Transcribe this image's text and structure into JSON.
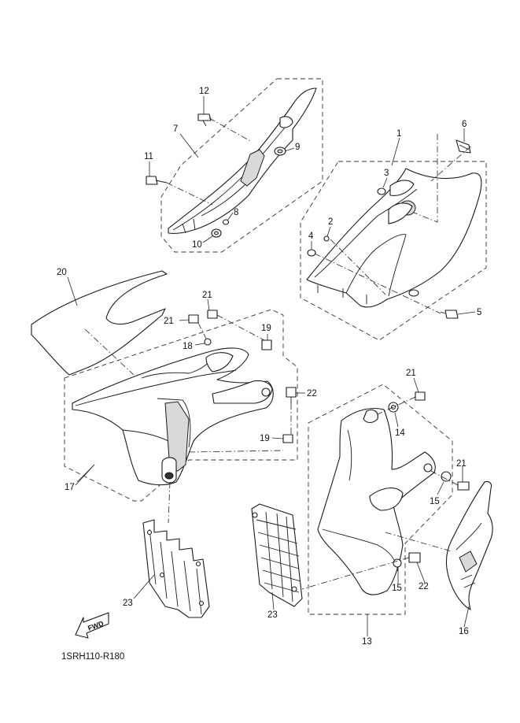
{
  "diagram": {
    "reference_code": "1SRH110-R180",
    "fwd_label": "FWD",
    "callouts": [
      {
        "id": "c1",
        "label": "1"
      },
      {
        "id": "c2",
        "label": "2"
      },
      {
        "id": "c3",
        "label": "3"
      },
      {
        "id": "c4",
        "label": "4"
      },
      {
        "id": "c5",
        "label": "5"
      },
      {
        "id": "c6",
        "label": "6"
      },
      {
        "id": "c7",
        "label": "7"
      },
      {
        "id": "c8",
        "label": "8"
      },
      {
        "id": "c9",
        "label": "9"
      },
      {
        "id": "c10",
        "label": "10"
      },
      {
        "id": "c11",
        "label": "11"
      },
      {
        "id": "c12",
        "label": "12"
      },
      {
        "id": "c13",
        "label": "13"
      },
      {
        "id": "c14",
        "label": "14"
      },
      {
        "id": "c15a",
        "label": "15"
      },
      {
        "id": "c15b",
        "label": "15"
      },
      {
        "id": "c16",
        "label": "16"
      },
      {
        "id": "c17",
        "label": "17"
      },
      {
        "id": "c18",
        "label": "18"
      },
      {
        "id": "c19a",
        "label": "19"
      },
      {
        "id": "c19b",
        "label": "19"
      },
      {
        "id": "c20",
        "label": "20"
      },
      {
        "id": "c21a",
        "label": "21"
      },
      {
        "id": "c21b",
        "label": "21"
      },
      {
        "id": "c21c",
        "label": "21"
      },
      {
        "id": "c21d",
        "label": "21"
      },
      {
        "id": "c22a",
        "label": "22"
      },
      {
        "id": "c22b",
        "label": "22"
      },
      {
        "id": "c23a",
        "label": "23"
      },
      {
        "id": "c23b",
        "label": "23"
      }
    ]
  }
}
